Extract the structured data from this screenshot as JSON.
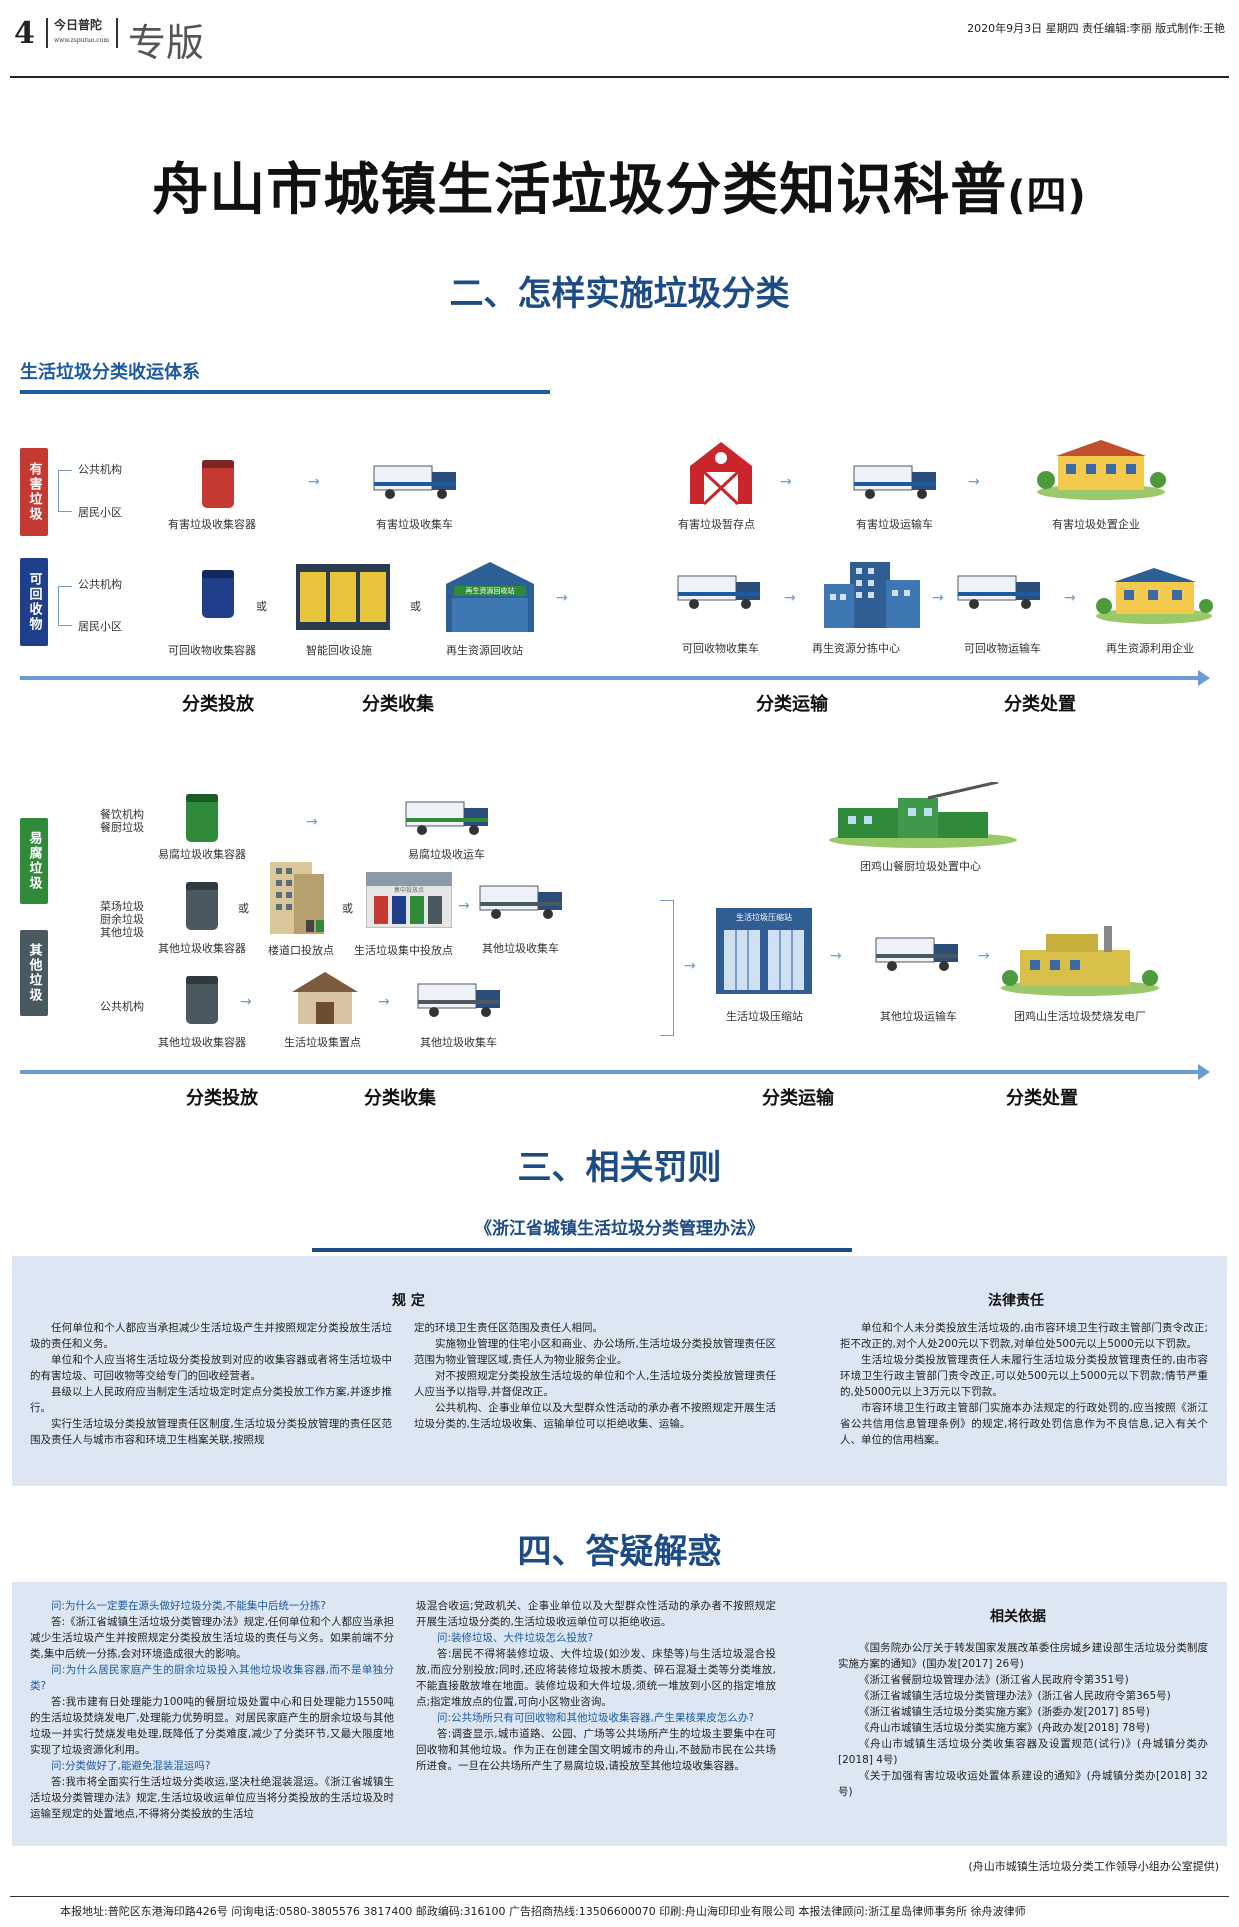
{
  "header": {
    "page_number": "4",
    "logo_line1": "今日普陀",
    "logo_line2": "www.zsputuo.com",
    "section": "专版",
    "right_info": "2020年9月3日  星期四   责任编辑:李丽   版式制作:王艳"
  },
  "title": {
    "main": "舟山市城镇生活垃圾分类知识科普",
    "suffix": "(四)"
  },
  "section2": {
    "title": "二、怎样实施垃圾分类",
    "subheader": "生活垃圾分类收运体系",
    "categories": {
      "hazardous": "有害垃圾",
      "recyclable": "可回收物",
      "kitchen": "易腐垃圾",
      "other": "其他垃圾"
    },
    "sources": {
      "public": "公共机构",
      "residential": "居民小区",
      "catering": "餐饮机构\n餐厨垃圾",
      "market": "菜场垃圾\n厨余垃圾\n其他垃圾"
    },
    "or": "或",
    "labels": {
      "h_bin": "有害垃圾收集容器",
      "h_truck": "有害垃圾收集车",
      "h_store": "有害垃圾暂存点",
      "h_transport": "有害垃圾运输车",
      "h_plant": "有害垃圾处置企业",
      "r_bin": "可回收物收集容器",
      "r_smart": "智能回收设施",
      "r_station": "再生资源回收站",
      "r_sign": "再生资源回收站",
      "r_truck": "可回收物收集车",
      "r_center": "再生资源分拣中心",
      "r_transport": "可回收物运输车",
      "r_plant": "再生资源利用企业",
      "k_bin": "易腐垃圾收集容器",
      "k_truck": "易腐垃圾收运车",
      "k_plant": "团鸡山餐厨垃圾处置中心",
      "o_bin1": "其他垃圾收集容器",
      "o_lane": "楼道口投放点",
      "o_center": "生活垃圾集中投放点",
      "o_center_sign": "集中投放点",
      "o_truck1": "其他垃圾收集车",
      "o_bin2": "其他垃圾收集容器",
      "o_point": "生活垃圾集置点",
      "o_truck2": "其他垃圾收集车",
      "compress": "生活垃圾压缩站",
      "compress_sign": "生活垃圾压缩站",
      "o_transport": "其他垃圾运输车",
      "o_plant": "团鸡山生活垃圾焚烧发电厂"
    },
    "stages": [
      "分类投放",
      "分类收集",
      "分类运输",
      "分类处置"
    ]
  },
  "section3": {
    "title": "三、相关罚则",
    "law_title": "《浙江省城镇生活垃圾分类管理办法》",
    "rules_title": "规  定",
    "rules_col1": [
      "任何单位和个人都应当承担减少生活垃圾产生并按照规定分类投放生活垃圾的责任和义务。",
      "单位和个人应当将生活垃圾分类投放到对应的收集容器或者将生活垃圾中的有害垃圾、可回收物等交给专门的回收经营者。",
      "县级以上人民政府应当制定生活垃圾定时定点分类投放工作方案,并逐步推行。",
      "实行生活垃圾分类投放管理责任区制度,生活垃圾分类投放管理的责任区范围及责任人与城市市容和环境卫生档案关联,按照规"
    ],
    "rules_col2": [
      "定的环境卫生责任区范围及责任人相同。",
      "实施物业管理的住宅小区和商业、办公场所,生活垃圾分类投放管理责任区范围为物业管理区域,责任人为物业服务企业。",
      "对不按照规定分类投放生活垃圾的单位和个人,生活垃圾分类投放管理责任人应当予以指导,并督促改正。",
      "公共机构、企事业单位以及大型群众性活动的承办者不按照规定开展生活垃圾分类的,生活垃圾收集、运输单位可以拒绝收集、运输。"
    ],
    "liability_title": "法律责任",
    "liability": [
      "单位和个人未分类投放生活垃圾的,由市容环境卫生行政主管部门责令改正;拒不改正的,对个人处200元以下罚款,对单位处500元以上5000元以下罚款。",
      "生活垃圾分类投放管理责任人未履行生活垃圾分类投放管理责任的,由市容环境卫生行政主管部门责令改正,可以处500元以上5000元以下罚款;情节严重的,处5000元以上3万元以下罚款。",
      "市容环境卫生行政主管部门实施本办法规定的行政处罚的,应当按照《浙江省公共信用信息管理条例》的规定,将行政处罚信息作为不良信息,记入有关个人、单位的信用档案。"
    ]
  },
  "section4": {
    "title": "四、答疑解惑",
    "qa_col1": [
      {
        "t": "q",
        "s": "问:为什么一定要在源头做好垃圾分类,不能集中后统一分拣?"
      },
      {
        "t": "a",
        "s": "答:《浙江省城镇生活垃圾分类管理办法》规定,任何单位和个人都应当承担减少生活垃圾产生并按照规定分类投放生活垃圾的责任与义务。如果前端不分类,集中后统一分拣,会对环境造成很大的影响。"
      },
      {
        "t": "q",
        "s": "问:为什么居民家庭产生的厨余垃圾投入其他垃圾收集容器,而不是单独分类?"
      },
      {
        "t": "a",
        "s": "答:我市建有日处理能力100吨的餐厨垃圾处置中心和日处理能力1550吨的生活垃圾焚烧发电厂,处理能力优势明显。对居民家庭产生的厨余垃圾与其他垃圾一并实行焚烧发电处理,既降低了分类难度,减少了分类环节,又最大限度地实现了垃圾资源化利用。"
      },
      {
        "t": "q",
        "s": "问:分类做好了,能避免混装混运吗?"
      },
      {
        "t": "a",
        "s": "答:我市将全面实行生活垃圾分类收运,坚决杜绝混装混运。《浙江省城镇生活垃圾分类管理办法》规定,生活垃圾收运单位应当将分类投放的生活垃圾及时运输至规定的处置地点,不得将分类投放的生活垃"
      }
    ],
    "qa_col2": [
      {
        "t": "a0",
        "s": "圾混合收运;党政机关、企事业单位以及大型群众性活动的承办者不按照规定开展生活垃圾分类的,生活垃圾收运单位可以拒绝收运。"
      },
      {
        "t": "q",
        "s": "问:装修垃圾、大件垃圾怎么投放?"
      },
      {
        "t": "a",
        "s": "答:居民不得将装修垃圾、大件垃圾(如沙发、床垫等)与生活垃圾混合投放,而应分别投放;同时,还应将装修垃圾按木质类、碎石混凝土类等分类堆放,不能直接散放堆在地面。装修垃圾和大件垃圾,须统一堆放到小区的指定堆放点;指定堆放点的位置,可向小区物业咨询。"
      },
      {
        "t": "q",
        "s": "问:公共场所只有可回收物和其他垃圾收集容器,产生果核果皮怎么办?"
      },
      {
        "t": "a",
        "s": "答:调查显示,城市道路、公园、广场等公共场所产生的垃圾主要集中在可回收物和其他垃圾。作为正在创建全国文明城市的舟山,不鼓励市民在公共场所进食。一旦在公共场所产生了易腐垃圾,请投放至其他垃圾收集容器。"
      }
    ],
    "basis_title": "相关依据",
    "basis": [
      "《国务院办公厅关于转发国家发展改革委住房城乡建设部生活垃圾分类制度实施方案的通知》(国办发[2017] 26号)",
      "《浙江省餐厨垃圾管理办法》(浙江省人民政府令第351号)",
      "《浙江省城镇生活垃圾分类管理办法》(浙江省人民政府令第365号)",
      "《浙江省城镇生活垃圾分类实施方案》(浙委办发[2017] 85号)",
      "《舟山市城镇生活垃圾分类实施方案》(舟政办发[2018] 78号)",
      "《舟山市城镇生活垃圾分类收集容器及设置规范(试行)》(舟城镇分类办[2018] 4号)",
      "《关于加强有害垃圾收运处置体系建设的通知》(舟城镇分类办[2018] 32号)"
    ],
    "source": "(舟山市城镇生活垃圾分类工作领导小组办公室提供)"
  },
  "footer": "本报地址:普陀区东港海印路426号   问询电话:0580-3805576 3817400   邮政编码:316100   广告招商热线:13506600070   印刷:舟山海印印业有限公司   本报法律顾问:浙江星岛律师事务所  徐舟波律师",
  "colors": {
    "blue": "#1d4c84",
    "hazard": "#c43a33",
    "recycle": "#1f3f8a",
    "kitchen": "#2f8a3a",
    "other": "#4a5860",
    "panel": "#dde7f3"
  }
}
